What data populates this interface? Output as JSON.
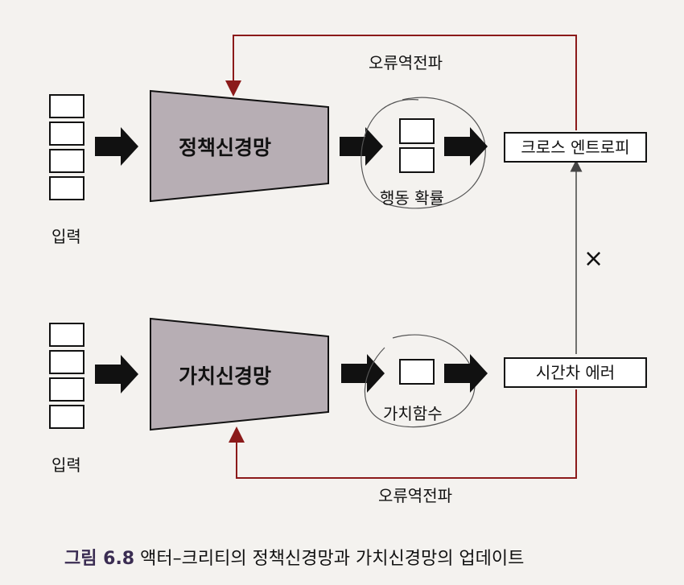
{
  "top": {
    "input_label": "입력",
    "network_label": "정책신경망",
    "output_label": "행동 확률",
    "loss_label": "크로스 엔트로피",
    "backprop_label": "오류역전파"
  },
  "bottom": {
    "input_label": "입력",
    "network_label": "가치신경망",
    "output_label": "가치함수",
    "loss_label": "시간차 에러",
    "backprop_label": "오류역전파"
  },
  "multiply_symbol": "×",
  "caption": {
    "number": "그림 6.8",
    "text": "액터–크리티의 정책신경망과 가치신경망의 업데이트"
  },
  "colors": {
    "network_fill": "#b7aeb4",
    "backprop_line": "#8b1a1a",
    "caption_number": "#3a2c52"
  }
}
